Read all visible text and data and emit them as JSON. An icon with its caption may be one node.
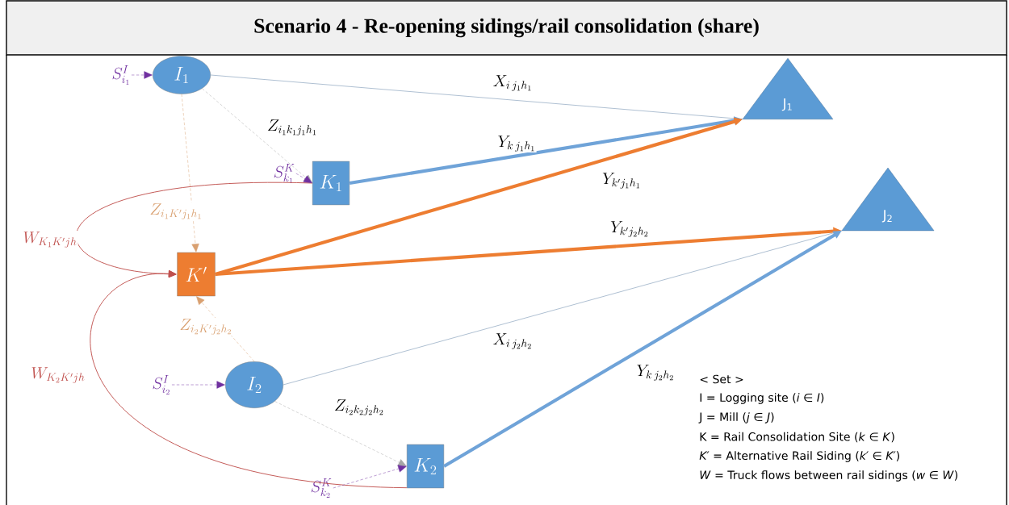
{
  "diagram": {
    "title": "Scenario 4 - Re-opening sidings/rail consolidation (share)",
    "nodes": [
      {
        "text": [
          "I_1"
        ]
      },
      {
        "text": [
          "K_1"
        ]
      },
      {
        "text": [
          "K'"
        ]
      },
      {
        "text": [
          "I_2"
        ]
      },
      {
        "text": [
          "K_2"
        ]
      },
      {
        "text": [
          "J$_{1}$"
        ]
      },
      {
        "text": [
          "J$_{2}$"
        ]
      },
      {
        "text": [
          "S^{I}_{i_1}"
        ]
      },
      {
        "text": [
          "S^{K}_{k_1}"
        ]
      },
      {
        "text": [
          "S^{I}_{i_2}"
        ]
      },
      {
        "text": [
          "S^{K}_{k_2}"
        ]
      }
    ],
    "edges": [
      {
        "from": 0,
        "to": 5,
        "arrow": "none",
        "label": "X_{i\\,j_1h_1}",
        "color": "#a9bccf"
      },
      {
        "from": 0,
        "to": 1,
        "arrow": "to",
        "label": "Z_{i_1k_1j_1h_1}",
        "style": "dashed",
        "color": "#a6a6a6"
      },
      {
        "from": 0,
        "to": 2,
        "arrow": "to",
        "label": "Z_{i_1K'j_1h_1}",
        "style": "dashed",
        "color": "#d9a070"
      },
      {
        "from": 1,
        "to": 5,
        "arrow": "to",
        "label": "Y_{k\\,j_1h_1}",
        "style": "thick",
        "color": "#6fa3d8"
      },
      {
        "from": 2,
        "to": 5,
        "arrow": "to",
        "label": "Y_{k'j_1h_1}",
        "style": "thick",
        "color": "#ed7d31"
      },
      {
        "from": 2,
        "to": 6,
        "arrow": "to",
        "label": "Y_{k'j_2h_2}",
        "style": "thick",
        "color": "#ed7d31"
      },
      {
        "from": 3,
        "to": 6,
        "arrow": "none",
        "label": "X_{i\\,j_2h_2}",
        "color": "#a9bccf"
      },
      {
        "from": 3,
        "to": 2,
        "arrow": "to",
        "label": "Z_{i_2K'j_2h_2}",
        "style": "dashed",
        "color": "#d9a070"
      },
      {
        "from": 3,
        "to": 4,
        "arrow": "to",
        "label": "Z_{i_2k_2j_2h_2}",
        "style": "dashed",
        "color": "#a6a6a6"
      },
      {
        "from": 4,
        "to": 6,
        "arrow": "to",
        "label": "Y_{k\\,j_2h_2}",
        "style": "thick",
        "color": "#6fa3d8"
      },
      {
        "from": 1,
        "to": 2,
        "arrow": "to",
        "label": "W_{K_1K'jh}",
        "color": "#c0504d"
      },
      {
        "from": 4,
        "to": 2,
        "arrow": "to",
        "label": "W_{K_2K'jh}",
        "color": "#c0504d"
      },
      {
        "from": 7,
        "to": 0,
        "arrow": "to",
        "style": "dashed"
      },
      {
        "from": 8,
        "to": 1,
        "arrow": "to",
        "style": "dashed"
      },
      {
        "from": 9,
        "to": 3,
        "arrow": "to",
        "style": "dashed"
      },
      {
        "from": 10,
        "to": 4,
        "arrow": "to",
        "style": "dashed"
      }
    ],
    "labels": [
      "< Set >",
      "I = Logging site (*i* ∈ *I*)",
      "J = Mill (*j* ∈ *J*)",
      "K = Rail Consolidation Site (*k* ∈ *K*)",
      "*K′* = Alternative Rail Siding (*k′* ∈ *K′*)",
      "*W* = Truck flows between rail sidings (*w* ∈ *W*)"
    ]
  }
}
